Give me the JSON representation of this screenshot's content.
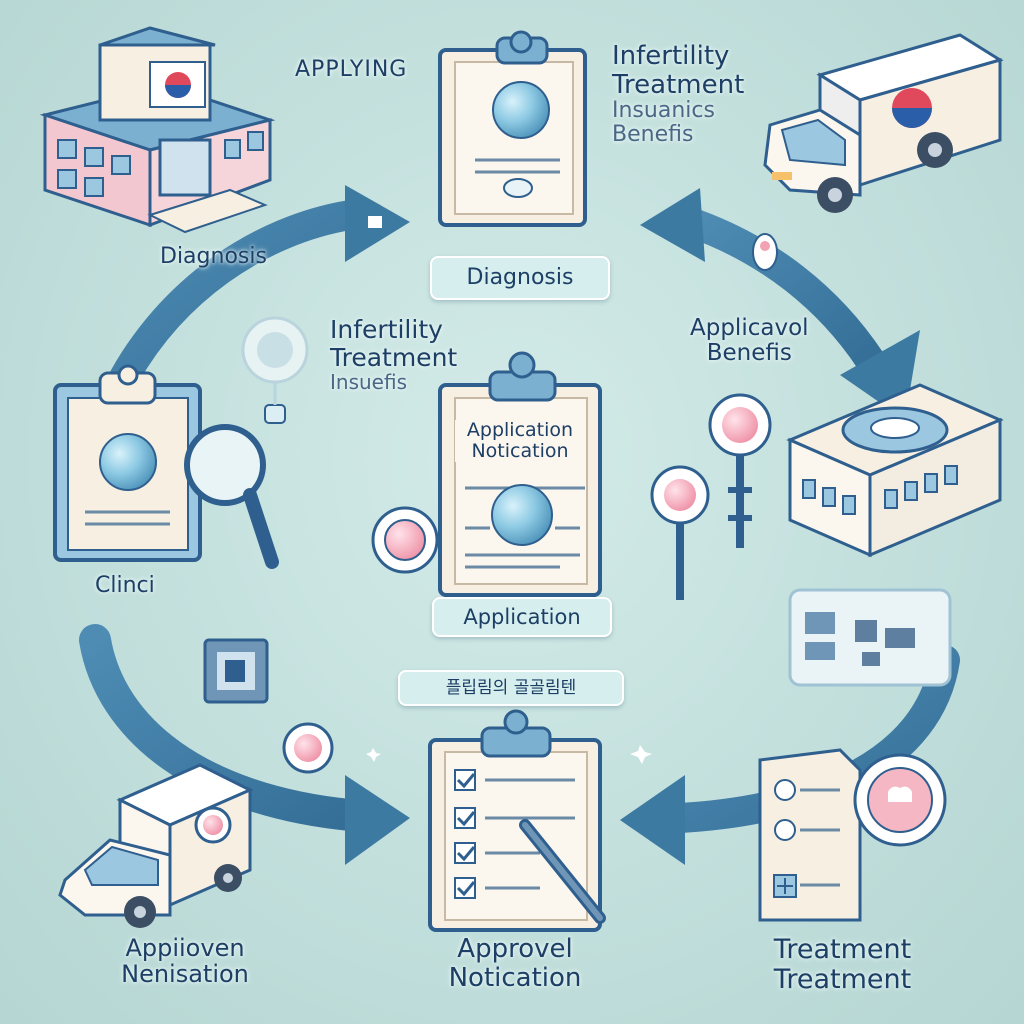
{
  "labels": {
    "applying": "APPLYING",
    "infertility_top": [
      "Infertility",
      "Treatment",
      "Insuanics",
      "Benefis"
    ],
    "diagnosis_left": "Diagnosis",
    "diagnosis_pill": "Diagnosis",
    "infertility_mid": [
      "Infertility",
      "Treatment",
      "Insuefis"
    ],
    "applicavol": [
      "Applicavol",
      "Benefis"
    ],
    "application_notice": [
      "Application",
      "Notication"
    ],
    "clinic": "Clinci",
    "application_pill": "Application",
    "korean_pill": "플립림의 골골림텐",
    "approval_left": [
      "Appiioven",
      "Nenisation"
    ],
    "approval_center": [
      "Approvel",
      "Notication"
    ],
    "treatment": [
      "Treatment",
      "Treatment"
    ]
  },
  "colors": {
    "background": "#c3e0de",
    "arrow": "#3d7aa2",
    "text": "#1d3f66",
    "outline": "#2f5f8e",
    "paper": "#f7efe1",
    "pink": "#f2a3b3",
    "bubble": "#7ec3e0"
  }
}
